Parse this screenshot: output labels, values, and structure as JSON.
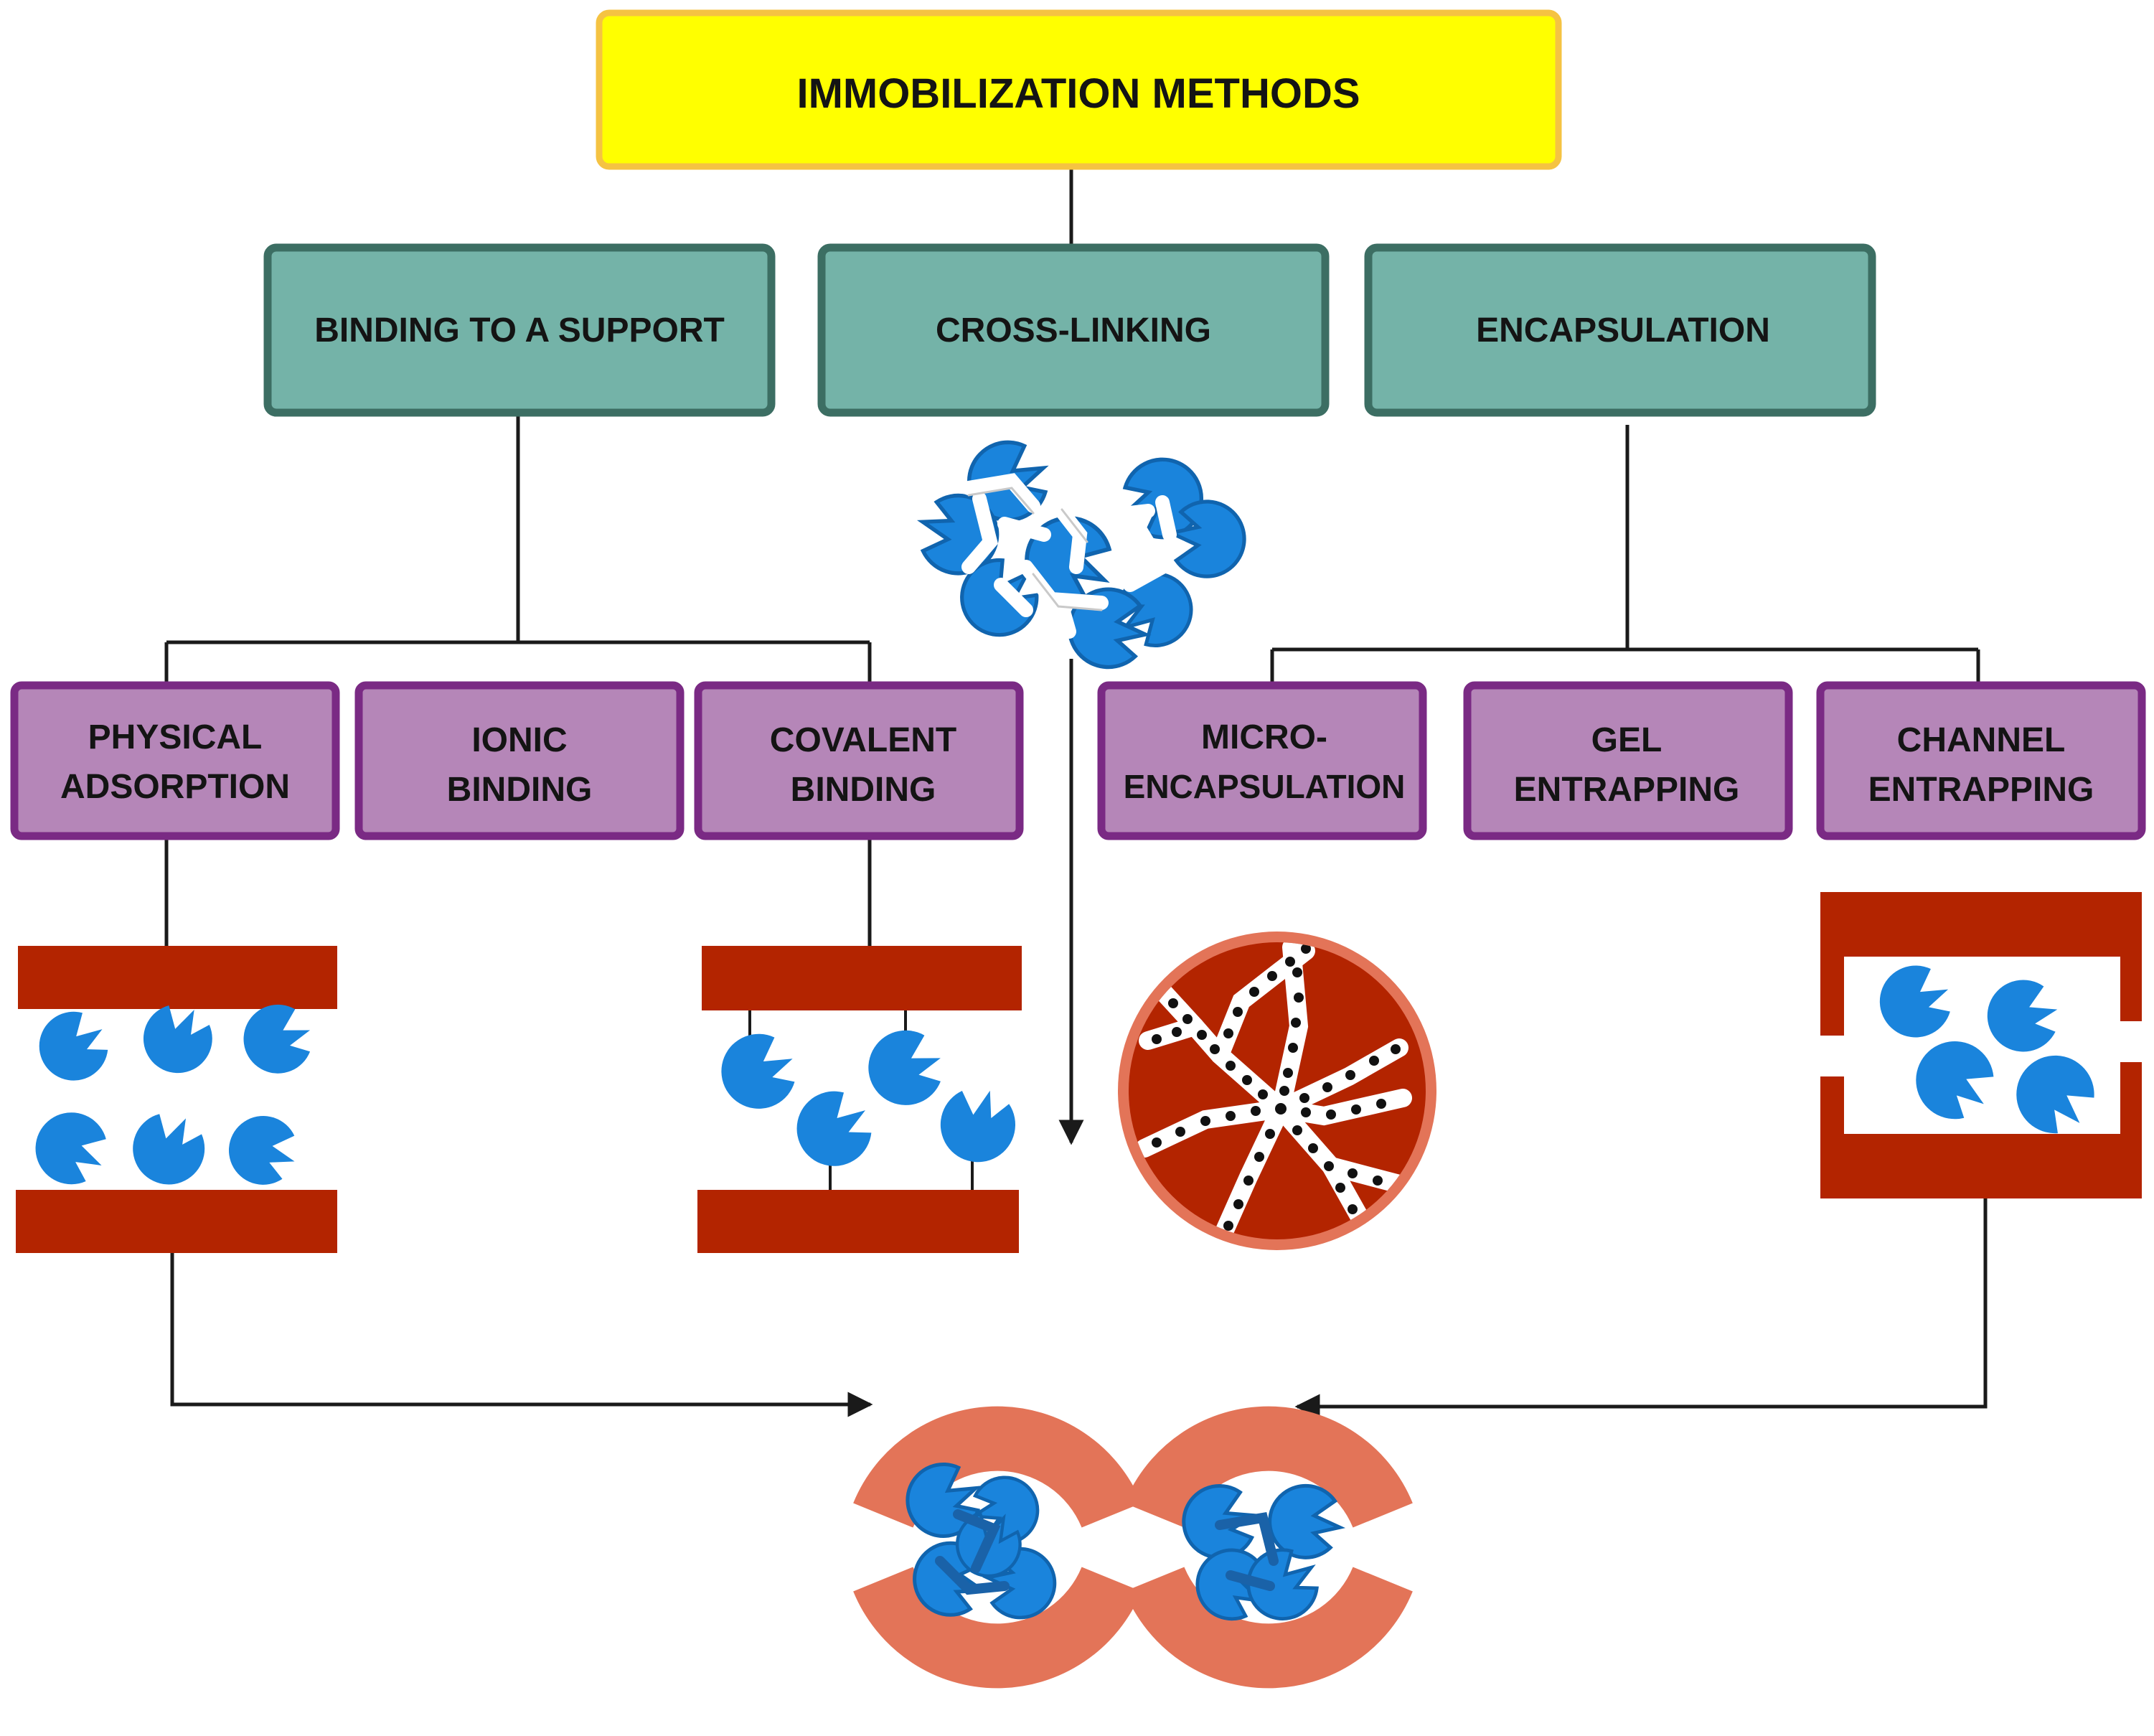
{
  "diagram": {
    "root": {
      "label": "IMMOBILIZATION METHODS"
    },
    "categories": [
      {
        "label": "BINDING TO A SUPPORT"
      },
      {
        "label": "CROSS-LINKING"
      },
      {
        "label": "ENCAPSULATION"
      }
    ],
    "methods": [
      {
        "line1": "PHYSICAL",
        "line2": "ADSORPTION"
      },
      {
        "line1": "IONIC",
        "line2": "BINDING"
      },
      {
        "line1": "COVALENT",
        "line2": "BINDING"
      },
      {
        "line1": "MICRO-",
        "line2": "ENCAPSULATION"
      },
      {
        "line1": "GEL",
        "line2": "ENTRAPPING"
      },
      {
        "line1": "CHANNEL",
        "line2": "ENTRAPPING"
      }
    ]
  },
  "colors": {
    "root_fill": "#ffff00",
    "root_border": "#f5c342",
    "category_fill": "#74b3a8",
    "category_border": "#3c6e63",
    "method_fill": "#b586b8",
    "method_border": "#7a2a84",
    "support": "#b32400",
    "enzyme": "#1a84dc",
    "capsule": "#e37458",
    "line": "#1a1a1a"
  },
  "icons": {
    "enzyme": "pac-man-enzyme-icon",
    "cross_linked_cluster": "cross-linked-enzyme-aggregate-icon",
    "gel_bead": "gel-bead-icon",
    "double_capsule": "double-capsule-icon"
  }
}
